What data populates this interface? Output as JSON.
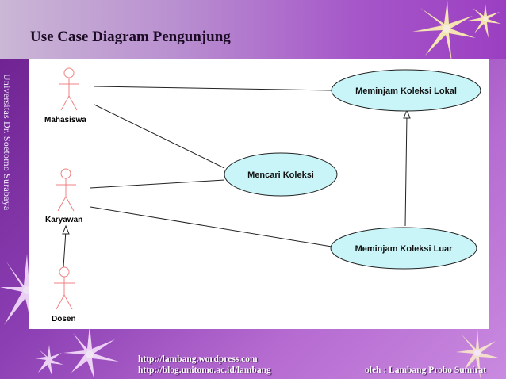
{
  "slide": {
    "title": "Use Case Diagram Pengunjung",
    "vertical_label": "Universitas Dr. Soetomo Surabaya",
    "footer": {
      "url1": "http://lambang.wordpress.com",
      "url2": "http://blog.unitomo.ac.id/lambang",
      "author": "oleh : Lambang Probo Sumirat"
    },
    "colors": {
      "actor": "#f08080",
      "usecase_fill": "#c9f5f8",
      "usecase_stroke": "#222222"
    }
  },
  "diagram": {
    "actors": [
      {
        "id": "mahasiswa",
        "label": "Mahasiswa"
      },
      {
        "id": "karyawan",
        "label": "Karyawan"
      },
      {
        "id": "dosen",
        "label": "Dosen"
      }
    ],
    "usecases": [
      {
        "id": "lokal",
        "label": "Meminjam Koleksi Lokal"
      },
      {
        "id": "mencari",
        "label": "Mencari Koleksi"
      },
      {
        "id": "luar",
        "label": "Meminjam Koleksi Luar"
      }
    ]
  }
}
